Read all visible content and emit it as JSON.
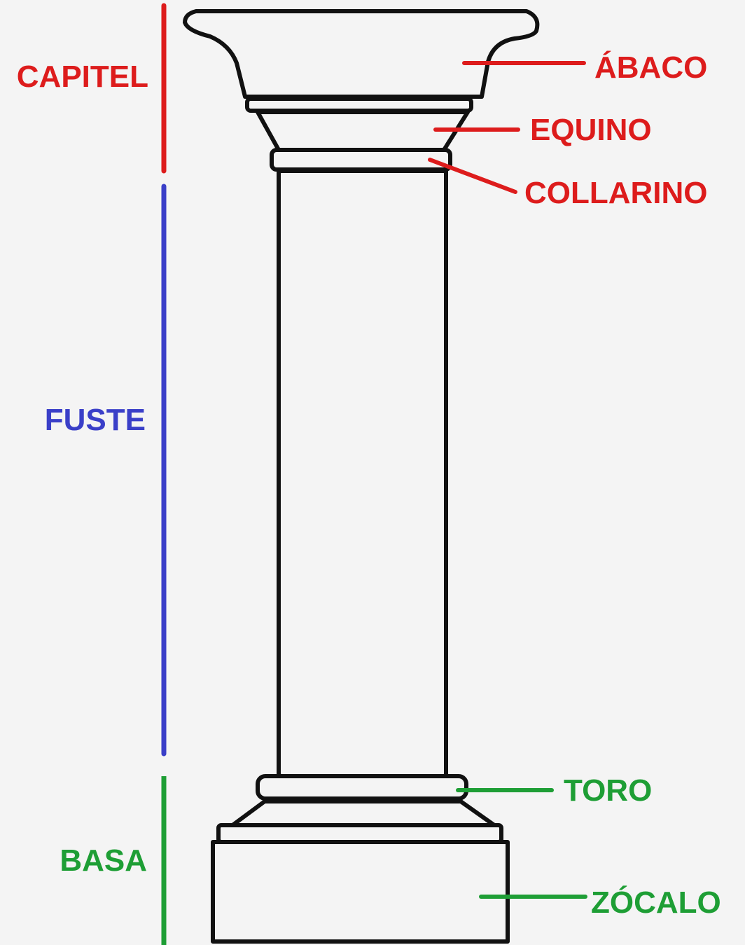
{
  "colors": {
    "capitel": "#dd1c1c",
    "fuste": "#3a3fc8",
    "basa": "#1e9e35",
    "outline": "#111111",
    "background": "#f4f4f4"
  },
  "sections": {
    "capitel": "CAPITEL",
    "fuste": "FUSTE",
    "basa": "BASA"
  },
  "parts": {
    "abaco": "ÁBACO",
    "equino": "EQUINO",
    "collarino": "COLLARINO",
    "toro": "TORO",
    "zocalo": "ZÓCALO"
  }
}
